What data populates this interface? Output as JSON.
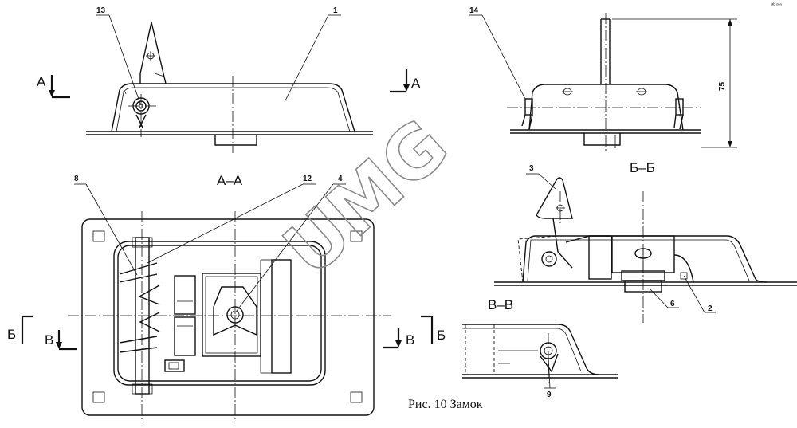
{
  "watermark": "UMG",
  "caption": "Рис. 10 Замок",
  "corner_note": "ᵃᵇ ᵒⁿⁿ",
  "sections": {
    "aa": "А–А",
    "bb": "Б–Б",
    "vv": "В–В"
  },
  "view_markers": {
    "a_left": "А",
    "a_right": "А",
    "b_left": "Б",
    "b_right": "Б",
    "v_left": "В",
    "v_right": "В"
  },
  "dimension": "75",
  "callouts": {
    "c1": "1",
    "c2": "2",
    "c3": "3",
    "c4": "4",
    "c6": "6",
    "c8": "8",
    "c9": "9",
    "c12": "12",
    "c13": "13",
    "c14": "14"
  }
}
